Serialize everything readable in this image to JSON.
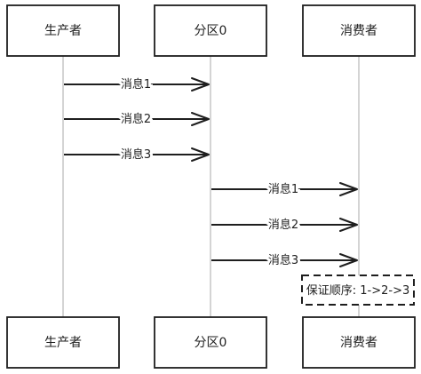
{
  "participants": [
    {
      "id": "producer",
      "top_label": "生产者",
      "bottom_label": "生产者"
    },
    {
      "id": "partition0",
      "top_label": "分区0",
      "bottom_label": "分区0"
    },
    {
      "id": "consumer",
      "top_label": "消费者",
      "bottom_label": "消费者"
    }
  ],
  "messages": [
    {
      "from": "producer",
      "to": "partition0",
      "label": "消息1"
    },
    {
      "from": "producer",
      "to": "partition0",
      "label": "消息2"
    },
    {
      "from": "producer",
      "to": "partition0",
      "label": "消息3"
    },
    {
      "from": "partition0",
      "to": "consumer",
      "label": "消息1"
    },
    {
      "from": "partition0",
      "to": "consumer",
      "label": "消息2"
    },
    {
      "from": "partition0",
      "to": "consumer",
      "label": "消息3"
    }
  ],
  "note": {
    "over": "consumer",
    "text": "保证顺序: 1->2->3",
    "style": "dashed"
  },
  "colors": {
    "stroke": "#1e1e1e",
    "lifeline": "#b8b8b8",
    "background": "#ffffff"
  }
}
